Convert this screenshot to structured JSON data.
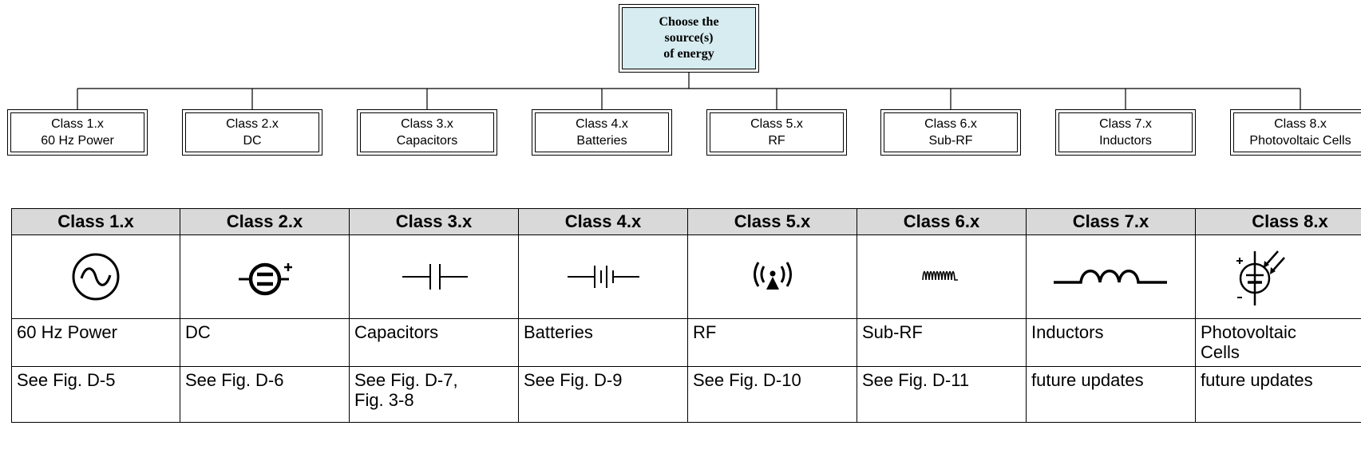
{
  "root": {
    "label": "Choose the\nsource(s)\nof energy"
  },
  "classes": [
    {
      "code": "Class 1.x",
      "name": "60 Hz Power",
      "box_name": "60 Hz Power",
      "ref": "See Fig. D-5",
      "icon": "ac-source-icon"
    },
    {
      "code": "Class 2.x",
      "name": "DC",
      "box_name": "DC",
      "ref": "See Fig. D-6",
      "icon": "dc-source-icon"
    },
    {
      "code": "Class 3.x",
      "name": "Capacitors",
      "box_name": "Capacitors",
      "ref": "See Fig. D-7,\nFig. 3-8",
      "icon": "capacitor-icon"
    },
    {
      "code": "Class 4.x",
      "name": "Batteries",
      "box_name": "Batteries",
      "ref": "See Fig. D-9",
      "icon": "battery-icon"
    },
    {
      "code": "Class 5.x",
      "name": "RF",
      "box_name": "RF",
      "ref": "See Fig. D-10",
      "icon": "rf-antenna-icon"
    },
    {
      "code": "Class 6.x",
      "name": "Sub-RF",
      "box_name": "Sub-RF",
      "ref": "See Fig. D-11",
      "icon": "sub-rf-wave-icon"
    },
    {
      "code": "Class 7.x",
      "name": "Inductors",
      "box_name": "Inductors",
      "ref": "future updates",
      "icon": "inductor-icon"
    },
    {
      "code": "Class 8.x",
      "name": "Photovoltaic\nCells",
      "box_name": "Photovoltaic Cells",
      "ref": "future updates",
      "icon": "photovoltaic-cell-icon"
    }
  ],
  "colors": {
    "root_fill": "#d6ecf0",
    "header_fill": "#d9d9d9",
    "line": "#000000"
  }
}
